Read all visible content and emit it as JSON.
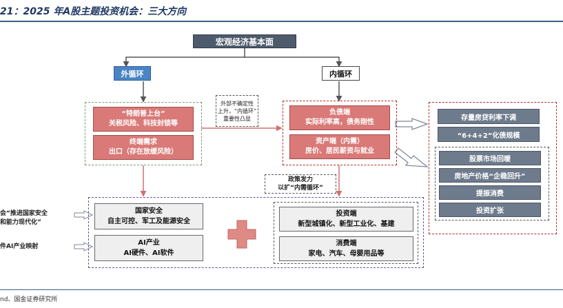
{
  "title": "21：2025 年A股主题投资机会：三大方向",
  "top": {
    "label": "宏观经济基本面"
  },
  "external": {
    "label": "外循环"
  },
  "internal": {
    "label": "内循环"
  },
  "left_group": {
    "box1": {
      "line1": "“特朗普上台”",
      "line2": "关税风险、科技封锁等"
    },
    "box2": {
      "line1": "终端需求",
      "line2": "出口（存在放缓风险）"
    }
  },
  "mid_note": {
    "line1": "外部不确定性",
    "line2": "上升，“内循环”",
    "line3": "重要性凸显"
  },
  "right_group": {
    "box1": {
      "line1": "负债端",
      "line2": "实际利率高，债务刚性"
    },
    "box2": {
      "line1": "资产端（内需）",
      "line2": "房价、居民薪资与就业"
    }
  },
  "far_right": {
    "top_items": [
      "存量房贷利率下调",
      "“6+4+2”化债规模"
    ],
    "inner_items": [
      "股票市场回暖",
      "房地产价格“企稳回升”",
      "提振消费",
      "投资扩张"
    ]
  },
  "policy_note": {
    "line1": "政策发力",
    "line2": "以扩“内需循环”"
  },
  "bottom_left": {
    "security": {
      "line1": "国家安全",
      "line2": "自主可控、军工及能源安全"
    },
    "ai": {
      "line1": "AI产业",
      "line2": "AI硬件、AI软件"
    }
  },
  "bottom_right": {
    "invest": {
      "line1": "投资端",
      "line2": "新型城镇化、新型工业化、基建"
    },
    "consume": {
      "line1": "消费端",
      "line2": "家电、汽车、母婴用品等"
    }
  },
  "left_labels": {
    "label1_line1": "会“推进国家安全",
    "label1_line2": "和能力现代化”",
    "label2": "件AI产业映射"
  },
  "source": "nd、国金证券研究所",
  "colors": {
    "accent_navy": "#1f3864",
    "pink": "#d97a78",
    "slate": "#4d5b6c",
    "blue": "#4a84c4",
    "red_dash": "#b02a2a"
  }
}
